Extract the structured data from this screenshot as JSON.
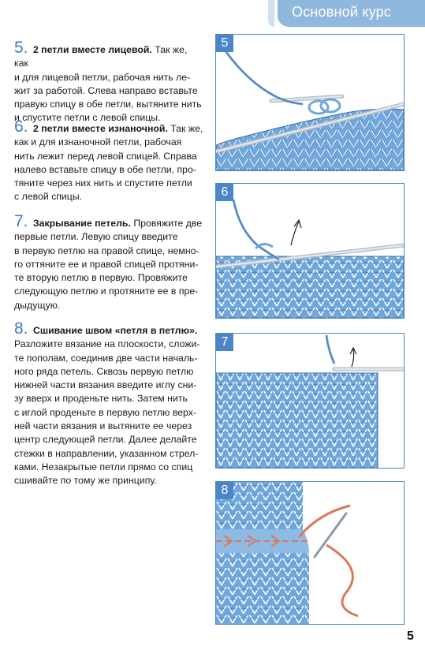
{
  "header": {
    "title": "Основной курс"
  },
  "steps": [
    {
      "number": "5.",
      "title": "2 петли вместе лицевой.",
      "lines": [
        "Так же, как",
        "и для лицевой петли, рабочая нить ле-",
        "жит за работой. Слева направо вставьте",
        "правую спицу в обе петли, вытяните нить",
        "и спустите петли с левой спицы."
      ]
    },
    {
      "number": "6.",
      "title": "2 петли вместе изнаночной.",
      "lines": [
        "Так же,",
        "как и для изнаночной петли, рабочая",
        "нить лежит перед левой спицей. Справа",
        "налево вставьте спицу в обе петли, про-",
        "тяните через них нить и спустите петли",
        "с левой спицы."
      ]
    },
    {
      "number": "7.",
      "title": "Закрывание петель.",
      "lines": [
        "Провяжите две",
        "первые петли. Левую спицу введите",
        "в первую петлю на правой спице, немно-",
        "го оттяните ее и правой спицей протяни-",
        "те вторую петлю в первую. Провяжите",
        "следующую петлю и протяните ее в пре-",
        "дыдущую."
      ]
    },
    {
      "number": "8.",
      "title": "Сшивание швом «петля в петлю».",
      "lines": [
        "Разложите вязание на плоскости, сложи-",
        "те пополам, соединив две части началь-",
        "ного ряда петель. Сквозь первую петлю",
        "нижней части вязания введите иглу сни-",
        "зу вверх и проденьте нить. Затем нить",
        "с иглой проденьте в первую петлю верх-",
        "ней части вязания и вытяните ее через",
        "центр следующей петли. Далее делайте",
        "стежки в направлении, указанном стрел-",
        "ками. Незакрытые петли прямо со спиц",
        "сшивайте по тому же принципу."
      ]
    }
  ],
  "figures": [
    {
      "label": "5"
    },
    {
      "label": "6"
    },
    {
      "label": "7"
    },
    {
      "label": "8"
    }
  ],
  "colors": {
    "accent": "#3d7bc4",
    "yarn": "#6fa6dc",
    "yarn_dark": "#2f6aa8",
    "seam": "#d9785a"
  },
  "page_number": "5"
}
